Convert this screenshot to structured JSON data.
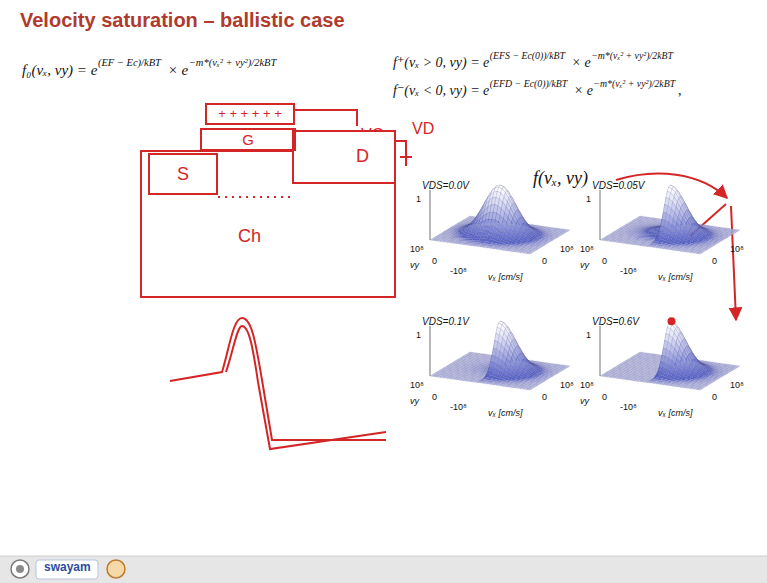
{
  "diagram": {
    "title": "Velocity saturation – ballistic case",
    "nodes": [
      {
        "text": [
          "Ch"
        ]
      },
      {
        "text": [
          "S"
        ],
        "in": 0
      },
      {
        "text": [
          "D"
        ],
        "in": 0
      },
      {
        "text": [
          "G"
        ]
      },
      {
        "text": [
          "+ + + + + +"
        ]
      }
    ],
    "labels": [
      "f₀(vₓ, vy) = e",
      "(EF − Ec)/kBT",
      " × e",
      "−m*(vₓ² + vy²)/2kBT",
      "f⁺(vₓ > 0, vy) = e",
      "(EFS − Ec(0))/kBT",
      " × e",
      "−m*(vₓ² + vy²)/2kBT",
      "f⁻(vₓ < 0, vy) = e",
      "(EFD − Ec(0))/kBT",
      " × e",
      "−m*(vₓ² + vy²)/2kBT",
      ",",
      "VG",
      "VD",
      "f(vₓ, vy)",
      "VDS=0.0V",
      "1",
      "10⁸",
      "0",
      "vy",
      "-10⁸",
      "vₓ [cm/s]",
      "0",
      "10⁸",
      "VDS=0.05V",
      "1",
      "10⁸",
      "0",
      "vy",
      "-10⁸",
      "vₓ [cm/s]",
      "0",
      "10⁸",
      "VDS=0.1V",
      "1",
      "10⁸",
      "0",
      "vy",
      "-10⁸",
      "vₓ [cm/s]",
      "0",
      "10⁸",
      "VDS=0.6V",
      "1",
      "10⁸",
      "0",
      "vy",
      "-10⁸",
      "vₓ [cm/s]",
      "0",
      "10⁸",
      "swayam"
    ]
  }
}
